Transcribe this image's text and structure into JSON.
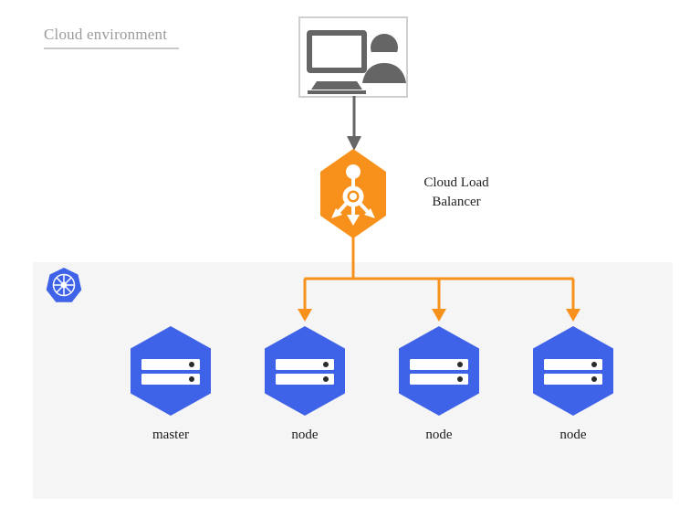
{
  "diagram": {
    "title": "Cloud environment",
    "colors": {
      "load_balancer": "#f8911b",
      "node": "#3f63e8",
      "kubernetes": "#3f63e8",
      "panel": "#f5f5f5",
      "client_border": "#cfcfcf",
      "client_icon": "#656565",
      "gray_arrow": "#666666",
      "orange_arrow": "#f8911b",
      "title_text": "#9b9b9b",
      "label_text": "#1c1c1c"
    },
    "client": {
      "name": "client-workstation",
      "icons": [
        "monitor-icon",
        "user-icon"
      ]
    },
    "load_balancer": {
      "label_line1": "Cloud Load",
      "label_line2": "Balancer",
      "icon": "load-balancer-icon"
    },
    "cluster": {
      "badge_icon": "kubernetes-logo-icon",
      "nodes": [
        {
          "label": "master",
          "icon": "server-icon",
          "has_incoming_arrow": false
        },
        {
          "label": "node",
          "icon": "server-icon",
          "has_incoming_arrow": true
        },
        {
          "label": "node",
          "icon": "server-icon",
          "has_incoming_arrow": true
        },
        {
          "label": "node",
          "icon": "server-icon",
          "has_incoming_arrow": true
        }
      ]
    },
    "connections": [
      {
        "from": "client-workstation",
        "to": "load-balancer",
        "color": "#666666"
      },
      {
        "from": "load-balancer",
        "to": "node-1",
        "color": "#f8911b"
      },
      {
        "from": "load-balancer",
        "to": "node-2",
        "color": "#f8911b"
      },
      {
        "from": "load-balancer",
        "to": "node-3",
        "color": "#f8911b"
      }
    ]
  }
}
